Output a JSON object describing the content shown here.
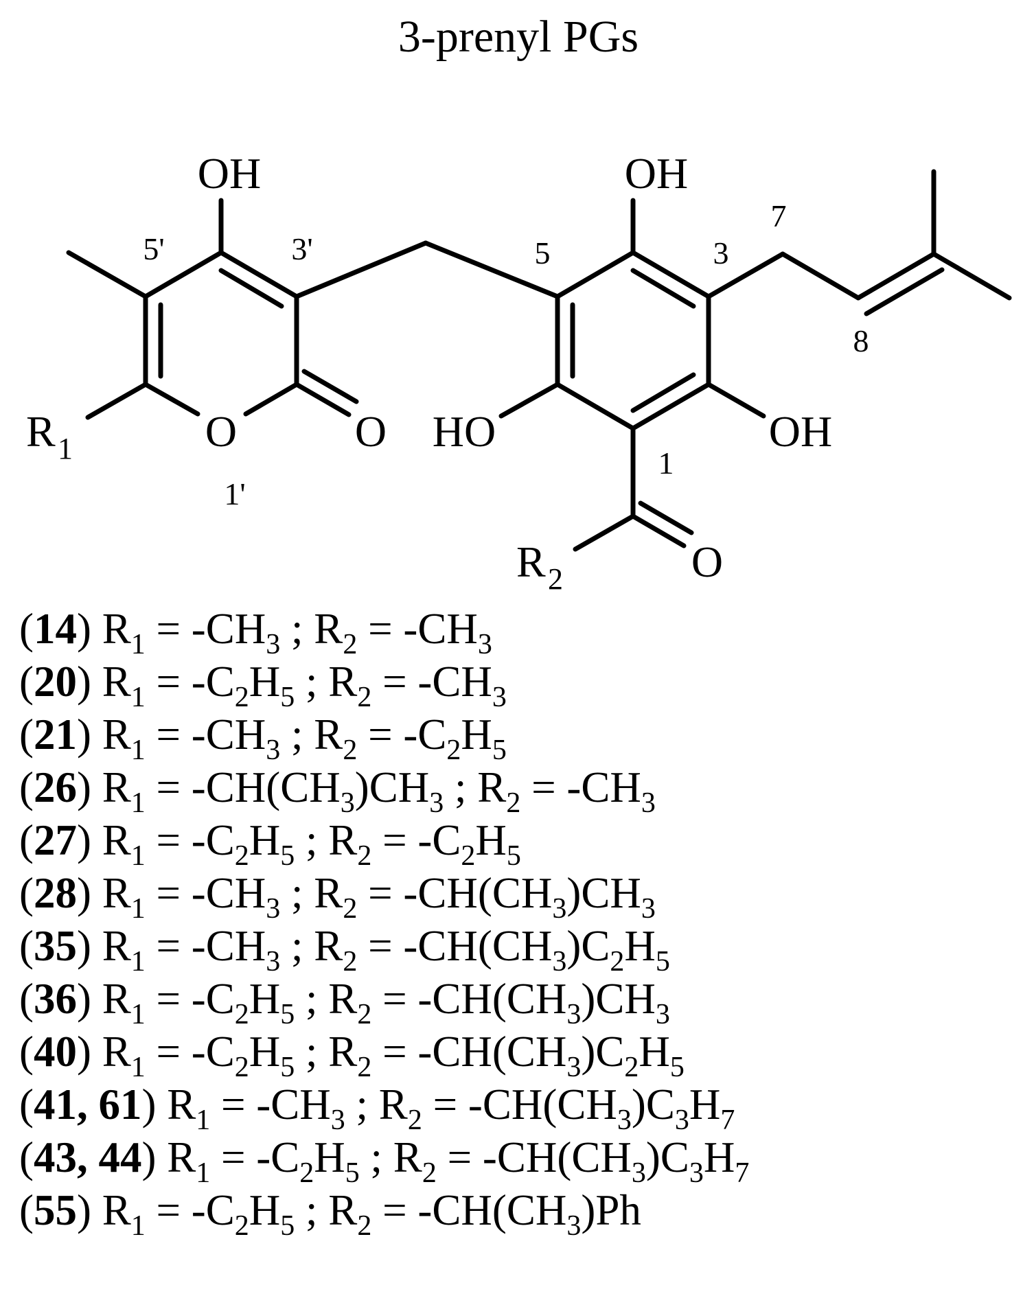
{
  "title": "3-prenyl PGs",
  "structure": {
    "atoms": {
      "oh_top_left": "OH",
      "oh_top_right": "OH",
      "ho_bottom": "HO",
      "oh_bottom_right": "OH",
      "ring_oxygen": "O",
      "lactone_carbonyl_o": "O",
      "ketone_carbonyl_o": "O",
      "r1": "R",
      "r1_sub": "1",
      "r2": "R",
      "r2_sub": "2"
    },
    "locants": {
      "pos_5prime": "5'",
      "pos_3prime": "3'",
      "pos_1prime": "1'",
      "pos_5": "5",
      "pos_3": "3",
      "pos_7": "7",
      "pos_8": "8",
      "pos_1": "1"
    }
  },
  "compounds": [
    {
      "id": "14",
      "r1": [
        [
          "-CH",
          ""
        ],
        [
          "3",
          "sub"
        ]
      ],
      "r2": [
        [
          "-CH",
          ""
        ],
        [
          "3",
          "sub"
        ]
      ]
    },
    {
      "id": "20",
      "r1": [
        [
          "-C",
          ""
        ],
        [
          "2",
          "sub"
        ],
        [
          "H",
          ""
        ],
        [
          "5",
          "sub"
        ]
      ],
      "r2": [
        [
          "-CH",
          ""
        ],
        [
          "3",
          "sub"
        ]
      ]
    },
    {
      "id": "21",
      "r1": [
        [
          "-CH",
          ""
        ],
        [
          "3",
          "sub"
        ]
      ],
      "r2": [
        [
          "-C",
          ""
        ],
        [
          "2",
          "sub"
        ],
        [
          "H",
          ""
        ],
        [
          "5",
          "sub"
        ]
      ]
    },
    {
      "id": "26",
      "r1": [
        [
          "-CH(CH",
          ""
        ],
        [
          "3",
          "sub"
        ],
        [
          ")CH",
          ""
        ],
        [
          "3",
          "sub"
        ]
      ],
      "r2": [
        [
          "-CH",
          ""
        ],
        [
          "3",
          "sub"
        ]
      ]
    },
    {
      "id": "27",
      "r1": [
        [
          "-C",
          ""
        ],
        [
          "2",
          "sub"
        ],
        [
          "H",
          ""
        ],
        [
          "5",
          "sub"
        ]
      ],
      "r2": [
        [
          "-C",
          ""
        ],
        [
          "2",
          "sub"
        ],
        [
          "H",
          ""
        ],
        [
          "5",
          "sub"
        ]
      ]
    },
    {
      "id": "28",
      "r1": [
        [
          "-CH",
          ""
        ],
        [
          "3",
          "sub"
        ]
      ],
      "r2": [
        [
          "-CH(CH",
          ""
        ],
        [
          "3",
          "sub"
        ],
        [
          ")CH",
          ""
        ],
        [
          "3",
          "sub"
        ]
      ]
    },
    {
      "id": "35",
      "r1": [
        [
          "-CH",
          ""
        ],
        [
          "3",
          "sub"
        ]
      ],
      "r2": [
        [
          "-CH(CH",
          ""
        ],
        [
          "3",
          "sub"
        ],
        [
          ")C",
          ""
        ],
        [
          "2",
          "sub"
        ],
        [
          "H",
          ""
        ],
        [
          "5",
          "sub"
        ]
      ]
    },
    {
      "id": "36",
      "r1": [
        [
          "-C",
          ""
        ],
        [
          "2",
          "sub"
        ],
        [
          "H",
          ""
        ],
        [
          "5",
          "sub"
        ]
      ],
      "r2": [
        [
          "-CH(CH",
          ""
        ],
        [
          "3",
          "sub"
        ],
        [
          ")CH",
          ""
        ],
        [
          "3",
          "sub"
        ]
      ]
    },
    {
      "id": "40",
      "r1": [
        [
          "-C",
          ""
        ],
        [
          "2",
          "sub"
        ],
        [
          "H",
          ""
        ],
        [
          "5",
          "sub"
        ]
      ],
      "r2": [
        [
          "-CH(CH",
          ""
        ],
        [
          "3",
          "sub"
        ],
        [
          ")C",
          ""
        ],
        [
          "2",
          "sub"
        ],
        [
          "H",
          ""
        ],
        [
          "5",
          "sub"
        ]
      ]
    },
    {
      "id": "41, 61",
      "r1": [
        [
          "-CH",
          ""
        ],
        [
          "3",
          "sub"
        ]
      ],
      "r2": [
        [
          "-CH(CH",
          ""
        ],
        [
          "3",
          "sub"
        ],
        [
          ")C",
          ""
        ],
        [
          "3",
          "sub"
        ],
        [
          "H",
          ""
        ],
        [
          "7",
          "sub"
        ]
      ]
    },
    {
      "id": "43, 44",
      "r1": [
        [
          "-C",
          ""
        ],
        [
          "2",
          "sub"
        ],
        [
          "H",
          ""
        ],
        [
          "5",
          "sub"
        ]
      ],
      "r2": [
        [
          "-CH(CH",
          ""
        ],
        [
          "3",
          "sub"
        ],
        [
          ")C",
          ""
        ],
        [
          "3",
          "sub"
        ],
        [
          "H",
          ""
        ],
        [
          "7",
          "sub"
        ]
      ]
    },
    {
      "id": "55",
      "r1": [
        [
          "-C",
          ""
        ],
        [
          "2",
          "sub"
        ],
        [
          "H",
          ""
        ],
        [
          "5",
          "sub"
        ]
      ],
      "r2": [
        [
          "-CH(CH",
          ""
        ],
        [
          "3",
          "sub"
        ],
        [
          ")Ph",
          ""
        ]
      ]
    }
  ],
  "labels": {
    "r_letter": "R",
    "r1_sub": "1",
    "r2_sub": "2",
    "equals": " = ",
    "separator": " ; "
  }
}
